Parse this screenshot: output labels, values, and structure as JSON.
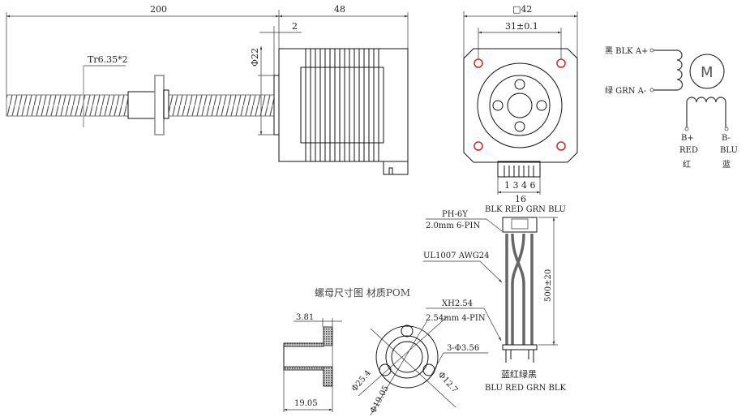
{
  "side_view": {
    "dim_screw_length": "200",
    "dim_motor_length": "48",
    "dim_boss_height": "2",
    "dim_boss_diameter": "Φ22",
    "thread_spec": "Tr6.35*2"
  },
  "front_view": {
    "dim_square": "□42",
    "dim_hole_spacing": "31±0.1",
    "connector_pins": "1 3 4 6",
    "dim_connector_width": "16",
    "connector_colors": "BLK RED GRN BLU"
  },
  "wiring": {
    "a_plus": "黑 BLK A+",
    "a_minus": "绿 GRN A-",
    "motor_symbol": "M",
    "b_plus": {
      "pin": "B+",
      "color_en": "RED",
      "color_cn": "红"
    },
    "b_minus": {
      "pin": "B-",
      "color_en": "BLU",
      "color_cn": "蓝"
    }
  },
  "cable": {
    "connector1_model": "PH-6Y",
    "connector1_spec": "2.0mm 6-PIN",
    "wire_spec": "UL1007 AWG24",
    "length": "500±20",
    "connector2_model": "XH2.54",
    "connector2_spec": "2.54mm 4-PIN",
    "end_colors_cn": "蓝红绿黑",
    "end_colors_en": "BLU RED GRN BLK"
  },
  "nut": {
    "title": "螺母尺寸图 材质POM",
    "dim_flange_thickness": "3.81",
    "dim_length": "19.05",
    "dim_holes": "3-Φ3.56",
    "dim_flange_diameter": "Φ25.4",
    "dim_pcd": "Φ19.05",
    "dim_body_diameter": "Φ12.7"
  }
}
